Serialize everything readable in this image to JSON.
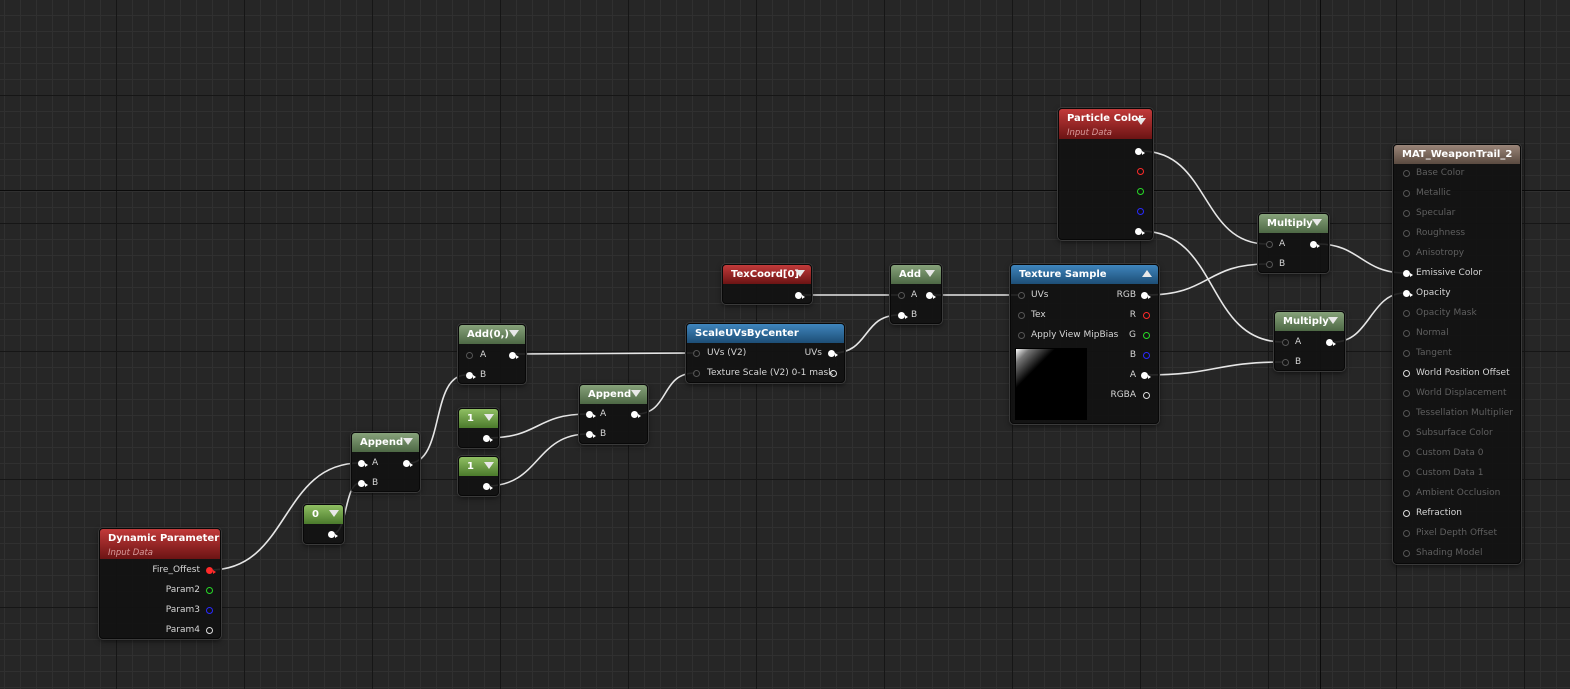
{
  "nodes": {
    "dynamic_parameter": {
      "title": "Dynamic Parameter",
      "subtitle": "Input Data",
      "outputs": [
        "Fire_Offest",
        "Param2",
        "Param3",
        "Param4"
      ]
    },
    "const_0": {
      "title": "0"
    },
    "append_1": {
      "title": "Append",
      "inputs": [
        "A",
        "B"
      ]
    },
    "add_0": {
      "title": "Add(0,)",
      "inputs": [
        "A",
        "B"
      ]
    },
    "const_1_top": {
      "title": "1"
    },
    "const_1_bottom": {
      "title": "1"
    },
    "append_2": {
      "title": "Append",
      "inputs": [
        "A",
        "B"
      ]
    },
    "scale_uvs": {
      "title": "ScaleUVsByCenter",
      "inputs": [
        "UVs (V2)",
        "Texture Scale (V2) 0-1 mask"
      ],
      "output": "UVs"
    },
    "texcoord": {
      "title": "TexCoord[0]"
    },
    "add": {
      "title": "Add",
      "inputs": [
        "A",
        "B"
      ]
    },
    "texture_sample": {
      "title": "Texture Sample",
      "inputs": [
        "UVs",
        "Tex",
        "Apply View MipBias"
      ],
      "outputs": [
        "RGB",
        "R",
        "G",
        "B",
        "A",
        "RGBA"
      ]
    },
    "particle_color": {
      "title": "Particle Color",
      "subtitle": "Input Data"
    },
    "multiply_top": {
      "title": "Multiply",
      "inputs": [
        "A",
        "B"
      ]
    },
    "multiply_bottom": {
      "title": "Multiply",
      "inputs": [
        "A",
        "B"
      ]
    },
    "material": {
      "title": "MAT_WeaponTrail_2",
      "inputs": [
        {
          "label": "Base Color",
          "active": false
        },
        {
          "label": "Metallic",
          "active": false
        },
        {
          "label": "Specular",
          "active": false
        },
        {
          "label": "Roughness",
          "active": false
        },
        {
          "label": "Anisotropy",
          "active": false
        },
        {
          "label": "Emissive Color",
          "active": true
        },
        {
          "label": "Opacity",
          "active": true
        },
        {
          "label": "Opacity Mask",
          "active": false
        },
        {
          "label": "Normal",
          "active": false
        },
        {
          "label": "Tangent",
          "active": false
        },
        {
          "label": "World Position Offset",
          "active": true
        },
        {
          "label": "World Displacement",
          "active": false
        },
        {
          "label": "Tessellation Multiplier",
          "active": false
        },
        {
          "label": "Subsurface Color",
          "active": false
        },
        {
          "label": "Custom Data 0",
          "active": false
        },
        {
          "label": "Custom Data 1",
          "active": false
        },
        {
          "label": "Ambient Occlusion",
          "active": false
        },
        {
          "label": "Refraction",
          "active": true
        },
        {
          "label": "Pixel Depth Offset",
          "active": false
        },
        {
          "label": "Shading Model",
          "active": false
        }
      ]
    }
  },
  "colors": {
    "pin_red": "#ff2a2a",
    "pin_green": "#27d927",
    "pin_blue": "#2a2aff",
    "wire": "#e8e8e8"
  }
}
